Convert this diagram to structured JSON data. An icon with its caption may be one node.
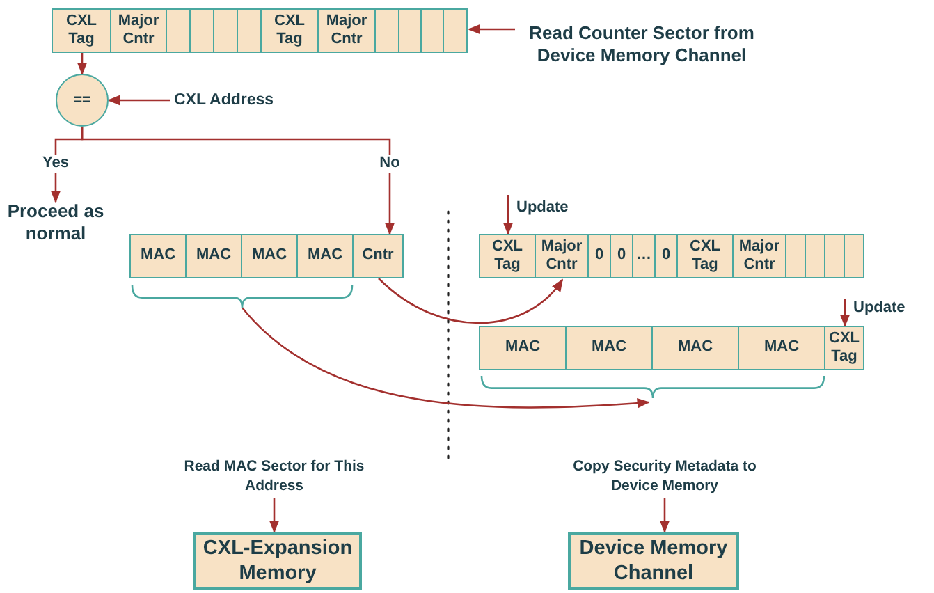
{
  "diagram": {
    "nodes": [
      {
        "text": [],
        "shape": "box"
      },
      {
        "text": [
          "CXL Tag"
        ],
        "in": 0
      },
      {
        "text": [
          "Major Cntr"
        ],
        "in": 0
      },
      {
        "text": [],
        "shape": "box",
        "in": 0
      },
      {
        "text": [],
        "shape": "box",
        "in": 0
      },
      {
        "text": [],
        "shape": "box",
        "in": 0
      },
      {
        "text": [],
        "shape": "box",
        "in": 0
      },
      {
        "text": [
          "CXL Tag"
        ],
        "in": 0
      },
      {
        "text": [
          "Major Cntr"
        ],
        "in": 0
      },
      {
        "text": [],
        "shape": "box",
        "in": 0
      },
      {
        "text": [],
        "shape": "box",
        "in": 0
      },
      {
        "text": [],
        "shape": "box",
        "in": 0
      },
      {
        "text": [],
        "shape": "box",
        "in": 0
      },
      {
        "text": [
          "Read Counter Sector from Device Memory Channel"
        ]
      },
      {
        "text": [
          "=="
        ]
      },
      {
        "text": [
          "CXL Address"
        ]
      },
      {
        "text": [
          "Proceed as normal"
        ]
      },
      {
        "text": [],
        "shape": "box"
      },
      {
        "text": [
          "MAC"
        ],
        "in": 17
      },
      {
        "text": [
          "MAC"
        ],
        "in": 17
      },
      {
        "text": [
          "MAC"
        ],
        "in": 17
      },
      {
        "text": [
          "MAC"
        ],
        "in": 17
      },
      {
        "text": [
          "Cntr"
        ],
        "in": 17
      },
      {
        "text": [],
        "shape": "brace"
      },
      {
        "text": [],
        "shape": "box"
      },
      {
        "text": [
          "CXL Tag"
        ],
        "in": 24
      },
      {
        "text": [
          "Major Cntr"
        ],
        "in": 24
      },
      {
        "text": [
          "0"
        ],
        "in": 24
      },
      {
        "text": [
          "0"
        ],
        "in": 24
      },
      {
        "text": [
          "…"
        ],
        "in": 24
      },
      {
        "text": [
          "0"
        ],
        "in": 24
      },
      {
        "text": [
          "CXL Tag"
        ],
        "in": 24
      },
      {
        "text": [
          "Major Cntr"
        ],
        "in": 24
      },
      {
        "text": [],
        "shape": "box",
        "in": 24
      },
      {
        "text": [],
        "shape": "box",
        "in": 24
      },
      {
        "text": [],
        "shape": "box",
        "in": 24
      },
      {
        "text": [],
        "shape": "box",
        "in": 24
      },
      {
        "text": [],
        "shape": "box"
      },
      {
        "text": [
          "MAC"
        ],
        "in": 37
      },
      {
        "text": [
          "MAC"
        ],
        "in": 37
      },
      {
        "text": [
          "MAC"
        ],
        "in": 37
      },
      {
        "text": [
          "MAC"
        ],
        "in": 37
      },
      {
        "text": [
          "CXL Tag"
        ],
        "in": 37
      },
      {
        "text": [],
        "shape": "brace"
      },
      {
        "text": [
          "Read MAC Sector for This Address"
        ]
      },
      {
        "text": [
          "CXL-Expansion Memory"
        ]
      },
      {
        "text": [
          "Copy Security Metadata to Device Memory"
        ]
      },
      {
        "text": [
          "Device Memory Channel"
        ]
      }
    ],
    "edges": [
      {
        "from": 13,
        "to": 0,
        "arrow": "to"
      },
      {
        "from": 1,
        "to": 14,
        "arrow": "to"
      },
      {
        "from": 15,
        "to": 14,
        "arrow": "to"
      },
      {
        "from": 14,
        "to": 16,
        "arrow": "to",
        "label": "Yes"
      },
      {
        "from": 14,
        "to": 17,
        "arrow": "to",
        "label": "No"
      },
      {
        "from": 22,
        "to": 26,
        "arrow": "to"
      },
      {
        "from": 23,
        "to": 43,
        "arrow": "to"
      },
      {
        "from": null,
        "to": 25,
        "arrow": "to",
        "label": "Update"
      },
      {
        "from": null,
        "to": 42,
        "arrow": "to",
        "label": "Update"
      },
      {
        "from": 44,
        "to": 45,
        "arrow": "to"
      },
      {
        "from": 46,
        "to": 47,
        "arrow": "to"
      }
    ]
  }
}
